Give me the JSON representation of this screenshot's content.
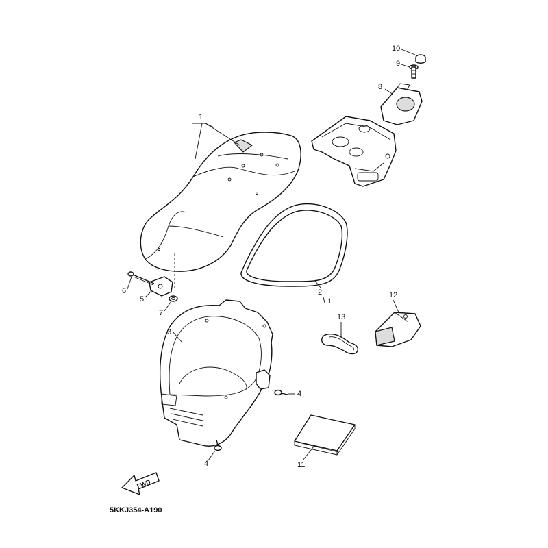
{
  "diagram_code": "5KKJ354-A190",
  "direction_label": "FWD",
  "callouts": {
    "seat": "1",
    "seat_group_mark": "1",
    "gasket": "2",
    "storage_box": "3",
    "bolt_right": "4",
    "bolt_bottom": "4",
    "hinge": "5",
    "hinge_bolt": "6",
    "hinge_nut": "7",
    "seat_lock_cover": "8",
    "screw": "9",
    "cap": "10",
    "manual": "11",
    "tool_bag": "12",
    "band": "13"
  }
}
